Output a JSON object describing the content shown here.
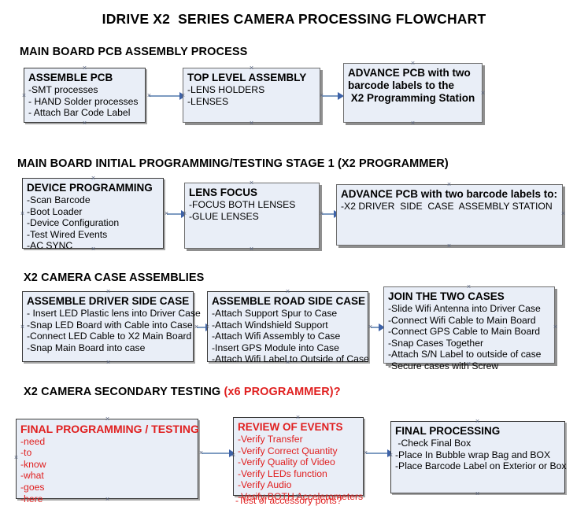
{
  "document": {
    "title": "IDRIVE X2  SERIES CAMERA PROCESSING FLOWCHART"
  },
  "colors": {
    "box_fill": "#e9eef7",
    "box_border": "#3a3a3a",
    "box_shadow": "#a6a6a6",
    "connector": "#7d9bc1",
    "arrowhead": "#3d62a8",
    "accent_red": "#e02020",
    "text": "#000000",
    "background": "#ffffff"
  },
  "sections": [
    {
      "id": "section-1",
      "heading": "MAIN BOARD PCB ASSEMBLY PROCESS",
      "heading_suffix": "",
      "boxes": [
        {
          "id": "assemble-pcb",
          "title": "ASSEMBLE PCB",
          "lines": [
            "-SMT processes",
            "- HAND Solder processes",
            "- Attach Bar Code Label"
          ]
        },
        {
          "id": "top-level-assembly",
          "title": "TOP LEVEL ASSEMBLY",
          "lines": [
            "-LENS HOLDERS",
            "-LENSES"
          ]
        },
        {
          "id": "advance-pcb-programming-station",
          "title": "ADVANCE PCB with two\nbarcode labels to the\n X2 Programming Station",
          "lines": []
        }
      ]
    },
    {
      "id": "section-2",
      "heading": "MAIN BOARD INITIAL PROGRAMMING/TESTING STAGE 1 (X2 PROGRAMMER)",
      "heading_suffix": "",
      "boxes": [
        {
          "id": "device-programming",
          "title": "DEVICE PROGRAMMING",
          "lines": [
            "-Scan Barcode",
            "-Boot Loader",
            "-Device Configuration",
            "-Test Wired Events",
            "-AC SYNC"
          ]
        },
        {
          "id": "lens-focus",
          "title": "LENS FOCUS",
          "lines": [
            "-FOCUS BOTH LENSES",
            "-GLUE LENSES"
          ]
        },
        {
          "id": "advance-pcb-driver-side",
          "title": "ADVANCE PCB with two barcode labels to:",
          "lines": [
            "-X2 DRIVER  SIDE  CASE  ASSEMBLY STATION"
          ]
        }
      ]
    },
    {
      "id": "section-3",
      "heading": "X2 CAMERA CASE ASSEMBLIES",
      "heading_suffix": "",
      "boxes": [
        {
          "id": "assemble-driver-side-case",
          "title": "ASSEMBLE DRIVER SIDE CASE",
          "lines": [
            "- Insert LED Plastic lens into Driver Case",
            "-Snap LED Board with Cable into Case",
            "-Connect LED Cable to X2 Main Board",
            "-Snap Main Board into case"
          ]
        },
        {
          "id": "assemble-road-side-case",
          "title": "ASSEMBLE ROAD SIDE CASE",
          "lines": [
            "-Attach Support Spur to Case",
            "-Attach Windshield Support",
            "-Attach Wifi Assembly to Case",
            "-Insert GPS Module into Case",
            "-Attach Wifi Label to Outside of Case"
          ]
        },
        {
          "id": "join-the-two-cases",
          "title": "JOIN THE TWO CASES",
          "lines": [
            "-Slide Wifi Antenna into Driver Case",
            "-Connect Wifi Cable to Main Board",
            "-Connect GPS Cable to Main Board",
            "-Snap Cases Together",
            "-Attach S/N Label to outside of case",
            "-Secure cases with Screw"
          ]
        }
      ]
    },
    {
      "id": "section-4",
      "heading": "X2 CAMERA SECONDARY TESTING ",
      "heading_suffix": "(x6 PROGRAMMER)?",
      "boxes": [
        {
          "id": "final-programming-testing",
          "title": "FINAL PROGRAMMING / TESTING",
          "lines": [
            "-need",
            "-to",
            "-know",
            "-what",
            "-goes",
            "-here"
          ]
        },
        {
          "id": "review-of-events",
          "title": "REVIEW OF EVENTS",
          "lines": [
            "-Verify Transfer",
            "-Verify Correct Quantity",
            "-Verify Quality of Video",
            "-Verify LEDs function",
            "-Verify Audio",
            "-Verify BOTH Accelerometers"
          ],
          "overflow_line": "-Test of accessory ports?"
        },
        {
          "id": "final-processing",
          "title": "FINAL PROCESSING",
          "lines": [
            " -Check Final Box",
            "-Place In Bubble wrap Bag and BOX",
            "-Place Barcode Label on Exterior or Box"
          ]
        }
      ]
    }
  ]
}
